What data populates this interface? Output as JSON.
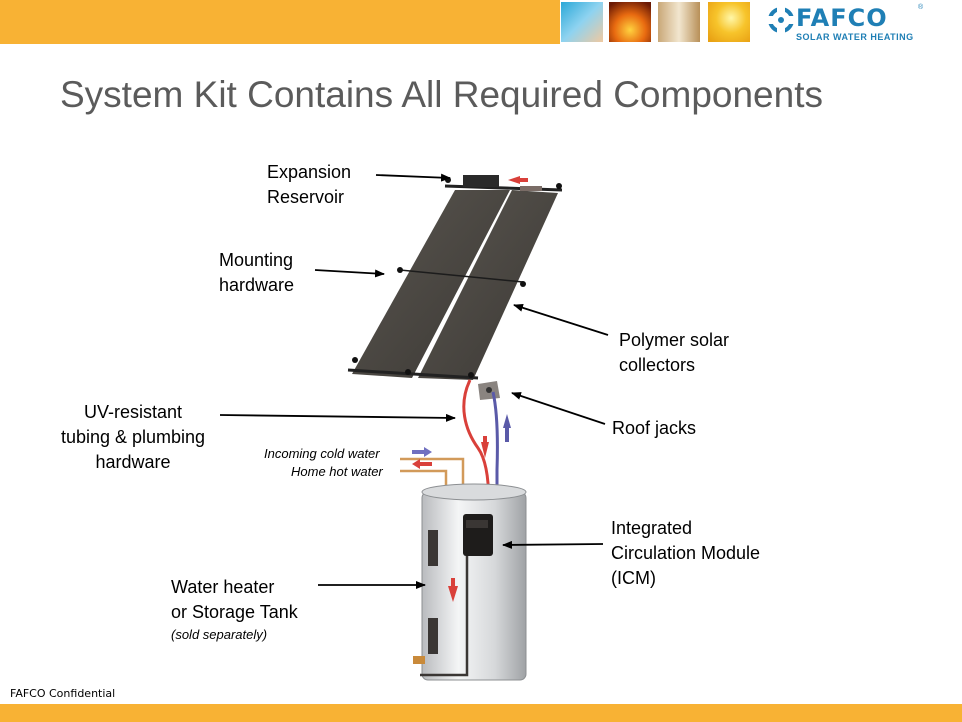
{
  "header": {
    "brand": "FAFCO",
    "registered": "®",
    "tagline": "SOLAR WATER HEATING",
    "photos": [
      "pool-kids-photo",
      "flame-photo",
      "shower-photo",
      "sun-photo"
    ]
  },
  "slide": {
    "title": "System Kit Contains All Required Components"
  },
  "labels": {
    "expansion_1": "Expansion",
    "expansion_2": "Reservoir",
    "mounting_1": "Mounting",
    "mounting_2": "hardware",
    "polymer_1": "Polymer solar",
    "polymer_2": "collectors",
    "uv_1": "UV-resistant",
    "uv_2": "tubing & plumbing",
    "uv_3": "hardware",
    "roof": "Roof jacks",
    "incoming": "Incoming cold water",
    "home_hot": "Home hot water",
    "icm_1": "Integrated",
    "icm_2": "Circulation Module",
    "icm_3": "(ICM)",
    "heater_1": "Water heater",
    "heater_2": "or Storage Tank",
    "heater_3": "(sold separately)"
  },
  "footer": {
    "confidential": "FAFCO Confidential"
  },
  "colors": {
    "accent": "#f8b234",
    "brand": "#1f7fb5",
    "title": "#5b5b5b",
    "hot": "#d9403a",
    "cold": "#6a6ab8"
  }
}
